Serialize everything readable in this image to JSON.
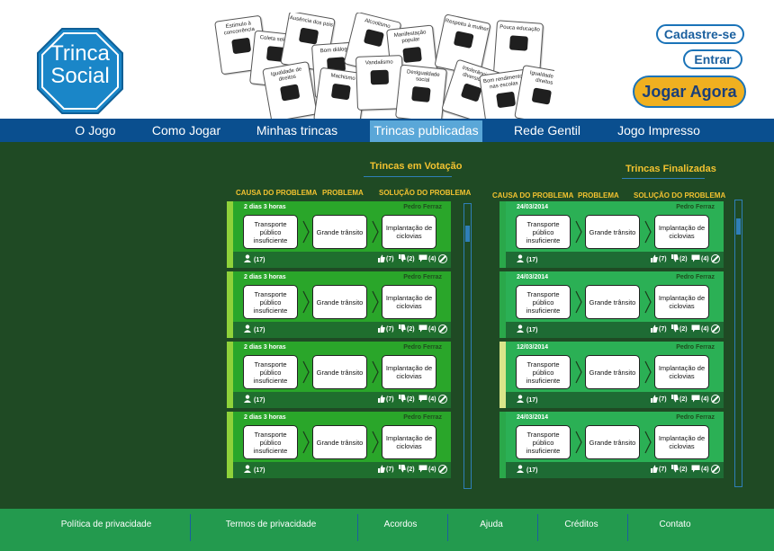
{
  "logo": {
    "text": "Trinca Social",
    "color": "#1a86c8"
  },
  "header": {
    "cards": [
      "Estímulo à concorrência",
      "Coleta seletiva",
      "Ausência dos pais",
      "Bom diálogo",
      "Alcoolismo",
      "Manifestação popular",
      "Respeito à mulher",
      "Pouca educação",
      "Igualdade de direitos",
      "Machismo",
      "Vandalismo",
      "Desigualdade social",
      "Intolerância à diversidade",
      "Bom rendimento nas escolas",
      "Igualdade de direitos"
    ],
    "signup_label": "Cadastre-se",
    "login_label": "Entrar",
    "play_label": "Jogar Agora"
  },
  "nav": {
    "items": [
      "O Jogo",
      "Como Jogar",
      "Minhas trincas",
      "Trincas publicadas",
      "Rede Gentil",
      "Jogo Impresso"
    ],
    "active": "Trincas publicadas"
  },
  "voting": {
    "title": "Trincas em Votação",
    "headers": [
      "CAUSA DO PROBLEMA",
      "PROBLEMA",
      "SOLUÇÃO DO PROBLEMA"
    ],
    "items": [
      {
        "date": "2 dias 3 horas",
        "author": "Pedro Ferraz",
        "cause": "Transporte público insuficiente",
        "problem": "Grande trânsito",
        "solution": "Implantação de ciclovias",
        "users": "(17)",
        "likes": "(7)",
        "dislikes": "(2)",
        "comments": "(4)"
      },
      {
        "date": "2 dias 3 horas",
        "author": "Pedro Ferraz",
        "cause": "Transporte público insuficiente",
        "problem": "Grande trânsito",
        "solution": "Implantação de ciclovias",
        "users": "(17)",
        "likes": "(7)",
        "dislikes": "(2)",
        "comments": "(4)"
      },
      {
        "date": "2 dias 3 horas",
        "author": "Pedro Ferraz",
        "cause": "Transporte público insuficiente",
        "problem": "Grande trânsito",
        "solution": "Implantação de ciclovias",
        "users": "(17)",
        "likes": "(7)",
        "dislikes": "(2)",
        "comments": "(4)"
      },
      {
        "date": "2 dias 3 horas",
        "author": "Pedro Ferraz",
        "cause": "Transporte público insuficiente",
        "problem": "Grande trânsito",
        "solution": "Implantação de ciclovias",
        "users": "(17)",
        "likes": "(7)",
        "dislikes": "(2)",
        "comments": "(4)"
      }
    ]
  },
  "finished": {
    "title": "Trincas Finalizadas",
    "headers": [
      "CAUSA DO PROBLEMA",
      "PROBLEMA",
      "SOLUÇÃO DO PROBLEMA"
    ],
    "items": [
      {
        "date": "24/03/2014",
        "author": "Pedro Ferraz",
        "cause": "Transporte público insuficiente",
        "problem": "Grande trânsito",
        "solution": "Implantação de ciclovias",
        "users": "(17)",
        "likes": "(7)",
        "dislikes": "(2)",
        "comments": "(4)"
      },
      {
        "date": "24/03/2014",
        "author": "Pedro Ferraz",
        "cause": "Transporte público insuficiente",
        "problem": "Grande trânsito",
        "solution": "Implantação de ciclovias",
        "users": "(17)",
        "likes": "(7)",
        "dislikes": "(2)",
        "comments": "(4)"
      },
      {
        "date": "12/03/2014",
        "author": "Pedro Ferraz",
        "cause": "Transporte público insuficiente",
        "problem": "Grande trânsito",
        "solution": "Implantação de ciclovias",
        "users": "(17)",
        "likes": "(7)",
        "dislikes": "(2)",
        "comments": "(4)"
      },
      {
        "date": "24/03/2014",
        "author": "Pedro Ferraz",
        "cause": "Transporte público insuficiente",
        "problem": "Grande trânsito",
        "solution": "Implantação de ciclovias",
        "users": "(17)",
        "likes": "(7)",
        "dislikes": "(2)",
        "comments": "(4)"
      }
    ]
  },
  "footer": {
    "links": [
      "Política de privacidade",
      "Termos de privacidade",
      "Acordos",
      "Ajuda",
      "Créditos",
      "Contato"
    ]
  },
  "colors": {
    "nav_bg": "#0a4f8f",
    "nav_active": "#5aa7d8",
    "main_bg": "#1f4a24",
    "accent_yellow": "#f2c230",
    "footer_bg": "#239a4e",
    "play_button": "#f0b020"
  }
}
